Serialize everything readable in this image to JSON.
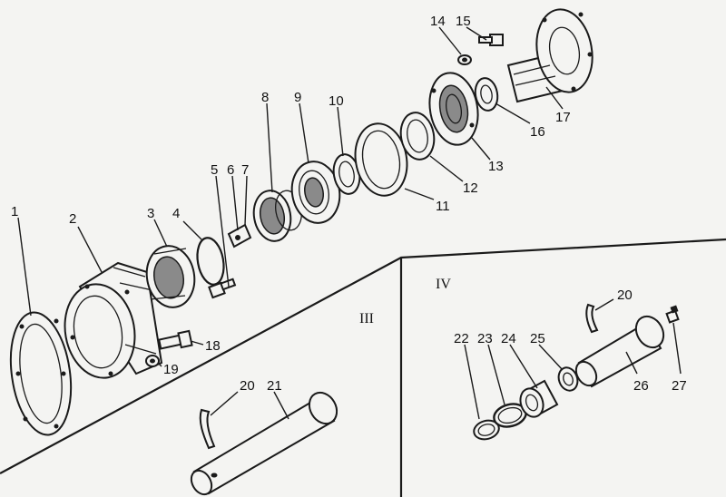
{
  "part_numbers": [
    "1",
    "2",
    "3",
    "4",
    "5",
    "6",
    "7",
    "8",
    "9",
    "10",
    "11",
    "12",
    "13",
    "14",
    "15",
    "16",
    "17",
    "18",
    "19",
    "20",
    "21",
    "22",
    "23",
    "24",
    "25",
    "26",
    "27"
  ],
  "section_labels": {
    "section_3": "III",
    "section_4": "IV"
  },
  "callouts": {
    "p1": "1",
    "p2": "2",
    "p3": "3",
    "p4": "4",
    "p5": "5",
    "p6": "6",
    "p7": "7",
    "p8": "8",
    "p9": "9",
    "p10": "10",
    "p11": "11",
    "p12": "12",
    "p13": "13",
    "p14": "14",
    "p15": "15",
    "p16": "16",
    "p17": "17",
    "p18": "18",
    "p19": "19",
    "p20a": "20",
    "p21": "21",
    "p20b": "20",
    "p22": "22",
    "p23": "23",
    "p24": "24",
    "p25": "25",
    "p26": "26",
    "p27": "27"
  }
}
